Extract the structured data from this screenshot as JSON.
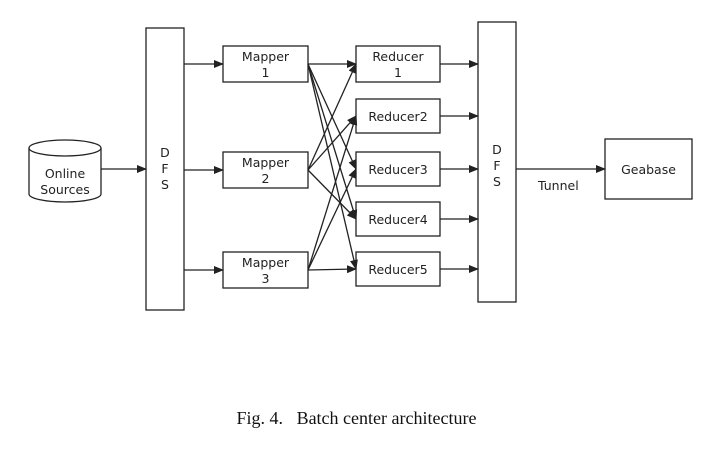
{
  "source": {
    "lines": [
      "Online",
      "Sources"
    ]
  },
  "dfs_left": {
    "letters": [
      "D",
      "F",
      "S"
    ]
  },
  "mappers": [
    {
      "lines": [
        "Mapper",
        "1"
      ]
    },
    {
      "lines": [
        "Mapper",
        "2"
      ]
    },
    {
      "lines": [
        "Mapper",
        "3"
      ]
    }
  ],
  "reducers": [
    {
      "lines": [
        "Reducer",
        "1"
      ]
    },
    {
      "lines": [
        "Reducer2"
      ]
    },
    {
      "lines": [
        "Reducer3"
      ]
    },
    {
      "lines": [
        "Reducer4"
      ]
    },
    {
      "lines": [
        "Reducer5"
      ]
    }
  ],
  "dfs_right": {
    "letters": [
      "D",
      "F",
      "S"
    ]
  },
  "tunnel_label": "Tunnel",
  "geabase": {
    "label": "Geabase"
  },
  "caption": {
    "fig": "Fig. 4.",
    "text": "Batch center architecture"
  }
}
